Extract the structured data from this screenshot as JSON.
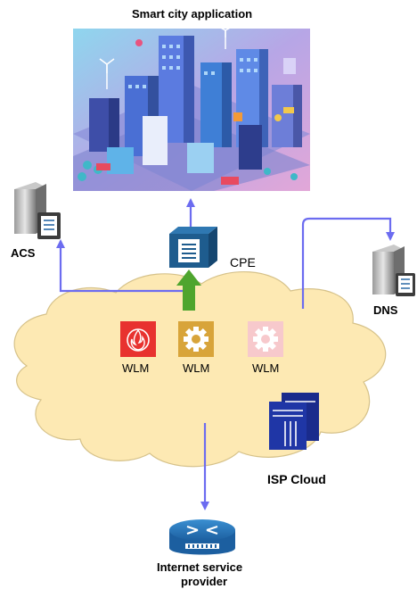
{
  "title": "Smart city application",
  "nodes": {
    "acs": "ACS",
    "dns": "DNS",
    "cpe": "CPE",
    "isp": "ISP Cloud",
    "provider_line1": "Internet service",
    "provider_line2": "provider"
  },
  "wlm_modules": [
    {
      "label": "WLM",
      "icon": "firewall-icon",
      "color": "#e8322f"
    },
    {
      "label": "WLM",
      "icon": "gear-icon",
      "color": "#d8a43a"
    },
    {
      "label": "WLM",
      "icon": "gear-icon",
      "color": "#f7c9cc"
    }
  ],
  "colors": {
    "connector": "#6c6cf0",
    "cloud_fill": "#fde9b3",
    "cloud_stroke": "#d6c28a",
    "upload_arrow": "#4ea52e",
    "device_blue": "#1e5c8e"
  }
}
